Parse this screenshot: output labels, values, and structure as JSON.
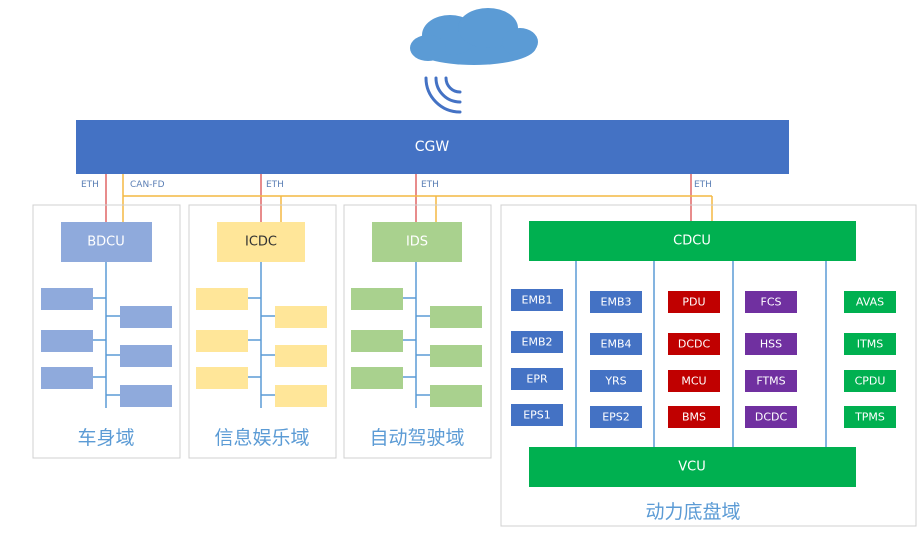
{
  "gateway": {
    "label": "CGW"
  },
  "links": {
    "eth": "ETH",
    "canfd": "CAN-FD"
  },
  "domains": {
    "body": {
      "title": "车身域",
      "controller": "BDCU"
    },
    "info": {
      "title": "信息娱乐域",
      "controller": "ICDC"
    },
    "ads": {
      "title": "自动驾驶域",
      "controller": "IDS"
    },
    "chassis": {
      "title": "动力底盘域",
      "controller": "CDCU",
      "bottom": "VCU",
      "col1": [
        "EMB1",
        "EMB2",
        "EPR",
        "EPS1"
      ],
      "col2": [
        "EMB3",
        "EMB4",
        "YRS",
        "EPS2"
      ],
      "col3": [
        "PDU",
        "DCDC",
        "MCU",
        "BMS"
      ],
      "col4": [
        "FCS",
        "HSS",
        "FTMS",
        "DCDC"
      ],
      "col5": [
        "AVAS",
        "ITMS",
        "CPDU",
        "TPMS"
      ]
    }
  },
  "colors": {
    "gateway": "#4472c4",
    "body": "#8faadc",
    "info": "#ffe699",
    "ads": "#a9d18e",
    "chassis": "#00b050",
    "ecu_blue": "#4472c4",
    "ecu_red": "#c00000",
    "ecu_purple": "#7030a0",
    "eth_line": "#e06666",
    "can_line": "#f4b942"
  }
}
